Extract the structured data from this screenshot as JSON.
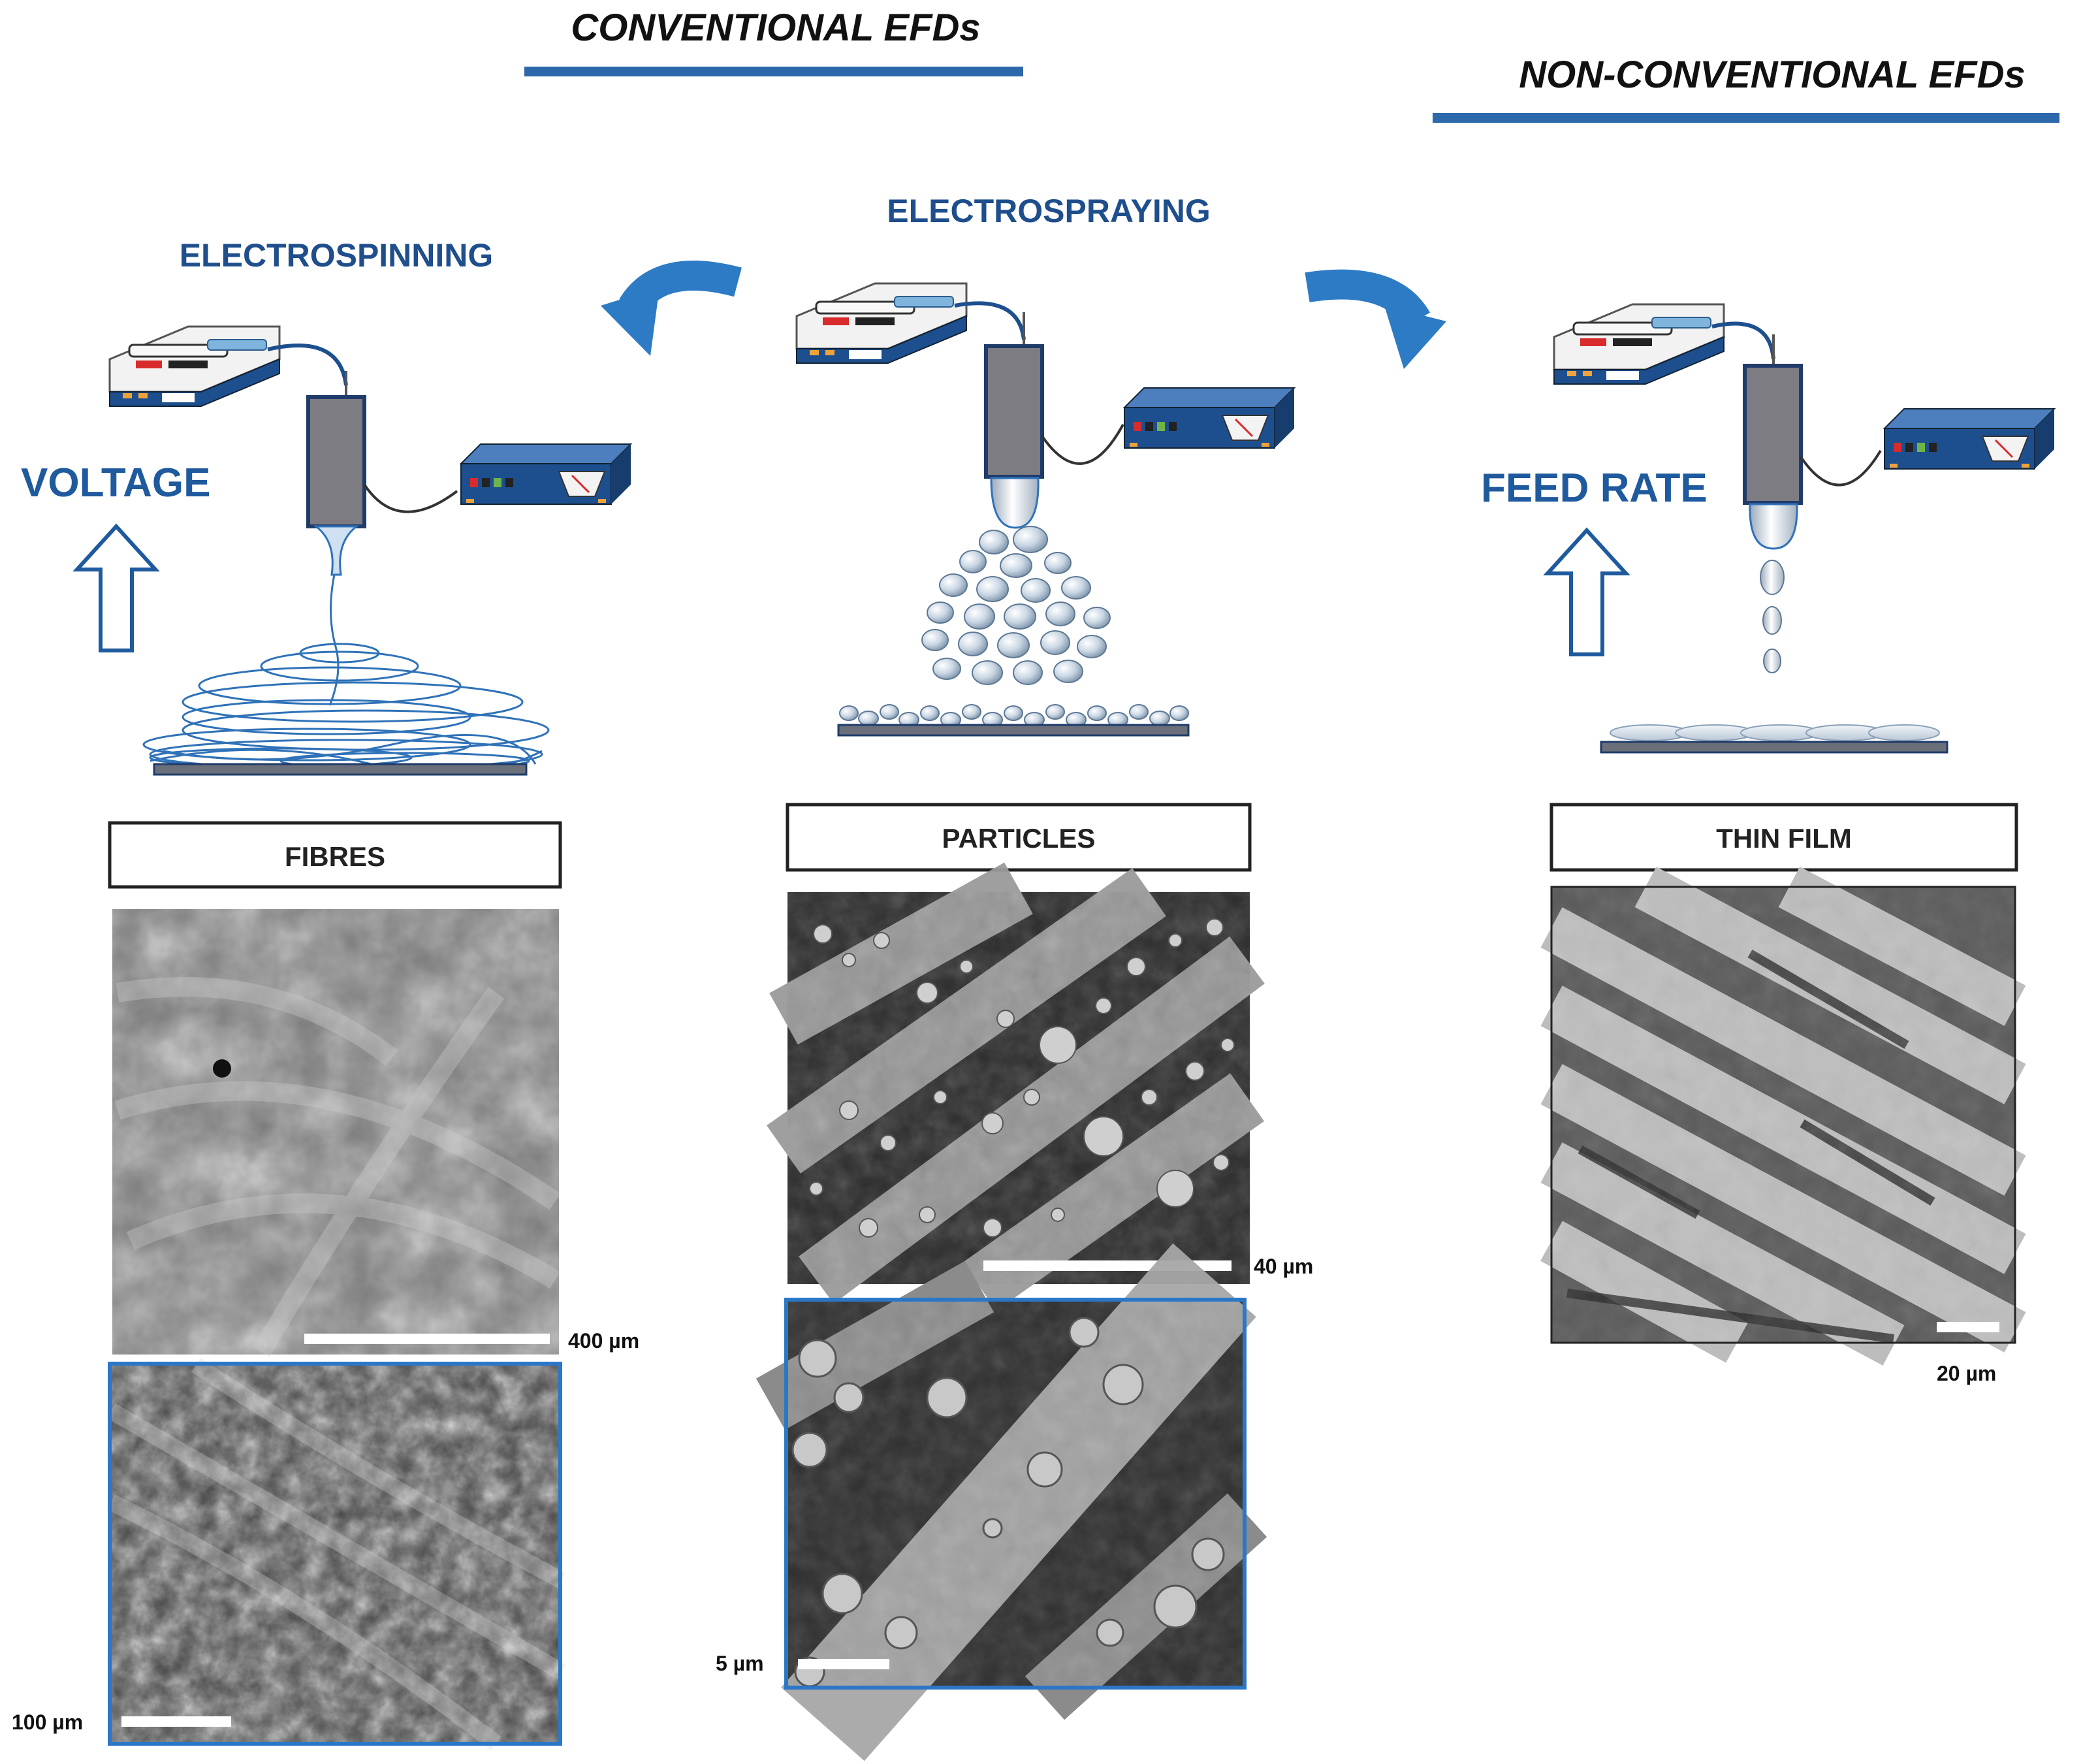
{
  "headings": {
    "conventional": "CONVENTIONAL  EFDs",
    "non_conventional": "NON-CONVENTIONAL  EFDs"
  },
  "processes": {
    "electrospinning": "ELECTROSPINNING",
    "electrospraying": "ELECTROSPRAYING"
  },
  "parameters": {
    "voltage": "VOLTAGE",
    "feed_rate": "FEED RATE"
  },
  "products": {
    "fibres": "FIBRES",
    "particles": "PARTICLES",
    "thin_film": "THIN FILM"
  },
  "scale_bars": {
    "fibres_low_mag": "400 µm",
    "fibres_high_mag": "100 µm",
    "particles_low_mag": "40 µm",
    "particles_high_mag": "5 µm",
    "thin_film": "20 µm"
  },
  "colors": {
    "accent_blue": "#1f5a9e",
    "device_blue": "#1d4f8f",
    "syringe_gray": "#7c7c82",
    "text_dark": "#111111"
  },
  "icons": {
    "syringe_pump": "syringe-pump-icon",
    "power_supply": "high-voltage-supply-icon",
    "spinneret": "syringe-needle-icon",
    "collector": "collector-plate-icon",
    "increase_arrow": "up-arrow-outline-icon",
    "transition_arrow": "curved-arrow-icon"
  }
}
